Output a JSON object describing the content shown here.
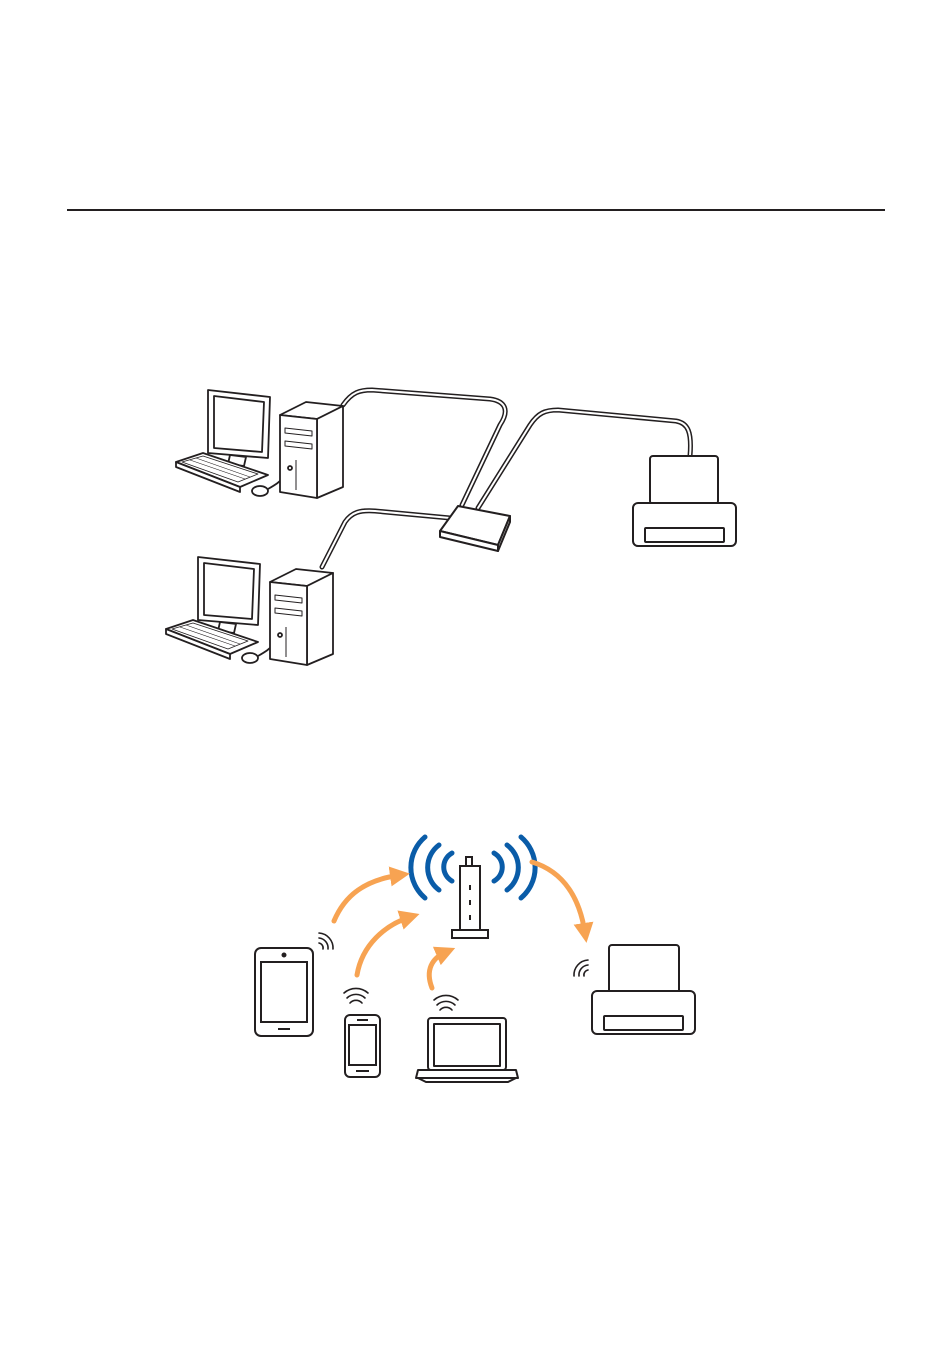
{
  "page": {
    "background": "#ffffff",
    "rule_color": "#231f20"
  },
  "figures": [
    {
      "kind": "wired-network",
      "nodes": [
        "desktop-computer",
        "desktop-computer",
        "network-hub",
        "printer"
      ],
      "colors": {
        "line": "#231f20",
        "fill": "#ffffff"
      }
    },
    {
      "kind": "wireless-network",
      "nodes": [
        "tablet",
        "smartphone",
        "laptop",
        "wireless-router",
        "printer"
      ],
      "colors": {
        "signal": "#0a5ca8",
        "arrow": "#f7a352",
        "line": "#231f20"
      }
    }
  ]
}
